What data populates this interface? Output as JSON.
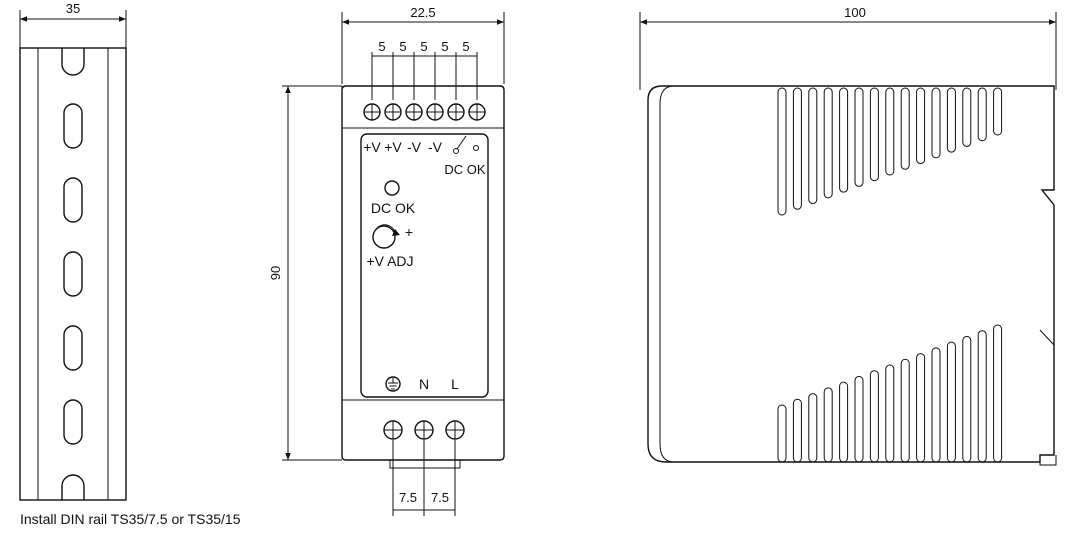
{
  "din_rail": {
    "width_dim": "35",
    "caption": "Install DIN rail TS35/7.5 or TS35/15"
  },
  "front_view": {
    "width_dim": "22.5",
    "height_dim": "90",
    "terminal_pitch_top": [
      "5",
      "5",
      "5",
      "5",
      "5"
    ],
    "terminal_pitch_bottom": [
      "7.5",
      "7.5"
    ],
    "output_labels": [
      "+V",
      "+V",
      "-V",
      "-V"
    ],
    "relay_label": "DC OK",
    "led_label": "DC OK",
    "adj_symbol": "+",
    "adj_label": "+V ADJ",
    "input_labels": [
      "N",
      "L"
    ]
  },
  "side_view": {
    "depth_dim": "100"
  },
  "icons": [
    "ground-icon",
    "terminal-screw-icon",
    "potentiometer-icon",
    "relay-switch-icon",
    "led-indicator-icon"
  ]
}
